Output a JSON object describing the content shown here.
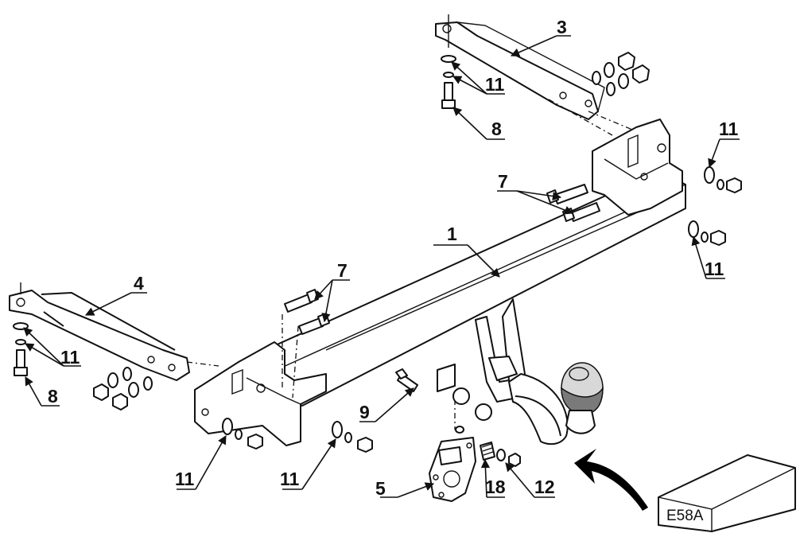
{
  "callouts": {
    "part_1": "1",
    "part_3": "3",
    "part_4": "4",
    "part_5": "5",
    "part_7_top": "7",
    "part_7_left": "7",
    "part_8_top": "8",
    "part_8_left": "8",
    "part_9": "9",
    "part_11_a": "11",
    "part_11_b": "11",
    "part_11_c": "11",
    "part_11_d": "11",
    "part_11_e": "11",
    "part_11_f": "11",
    "part_12": "12",
    "part_18": "18"
  },
  "kit_box": {
    "label": "E58A"
  },
  "colors": {
    "line": "#111111",
    "background": "#ffffff",
    "tow_ball_shade": "#7a7a7a",
    "arrow": "#000000"
  }
}
